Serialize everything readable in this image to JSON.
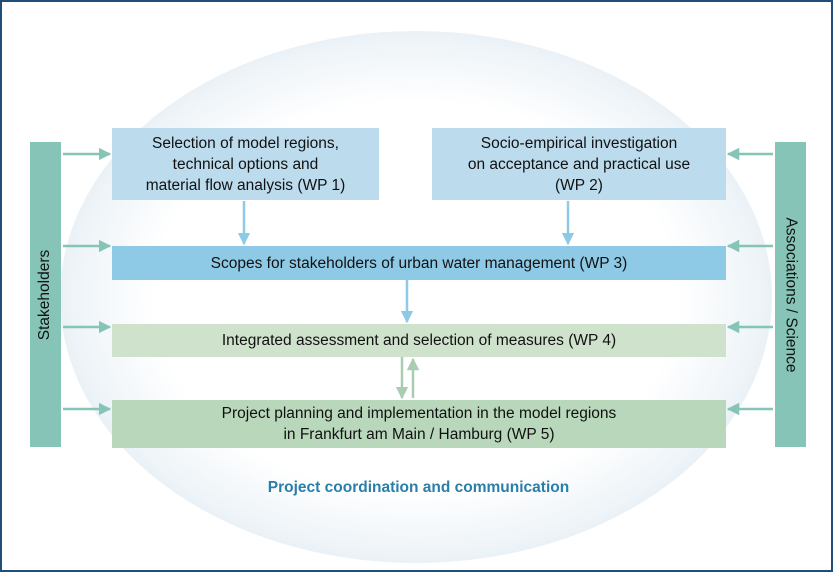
{
  "diagram": {
    "wp1": "Selection of model regions,\ntechnical options and\nmaterial flow analysis (WP 1)",
    "wp2": "Socio-empirical investigation\non acceptance and practical use\n(WP 2)",
    "wp3": "Scopes for stakeholders of urban water management (WP 3)",
    "wp4": "Integrated assessment and selection of measures (WP 4)",
    "wp5": "Project planning and implementation in the model regions\nin Frankfurt am Main / Hamburg (WP 5)",
    "left_bar": "Stakeholders",
    "right_bar": "Associations / Science",
    "footer": "Project coordination and communication"
  },
  "colors": {
    "blue_arrow": "#8ecae6",
    "green_arrow": "#b9d8bb",
    "side_bar": "#86c4b8",
    "footer_text": "#2a7fa8",
    "border": "#1f4e79"
  }
}
